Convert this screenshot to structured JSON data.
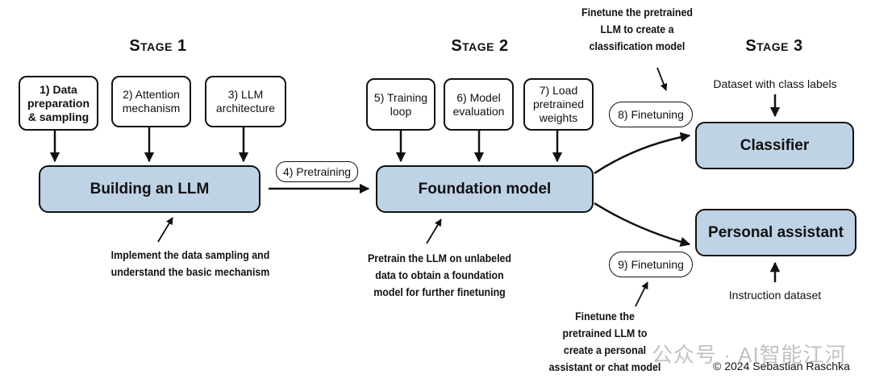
{
  "stages": {
    "stage1": "Stage 1",
    "stage2": "Stage 2",
    "stage3": "Stage 3"
  },
  "steps": {
    "s1": "1) Data\npreparation\n& sampling",
    "s2": "2) Attention\nmechanism",
    "s3": "3) LLM\narchitecture",
    "s4": "4) Pretraining",
    "s5": "5) Training\nloop",
    "s6": "6) Model\nevaluation",
    "s7": "7) Load\npretrained\nweights",
    "s8": "8) Finetuning",
    "s9": "9) Finetuning"
  },
  "nodes": {
    "building": "Building an LLM",
    "foundation": "Foundation model",
    "classifier": "Classifier",
    "assistant": "Personal assistant"
  },
  "notes": {
    "stage1_note": "Implement the data sampling and\nunderstand the basic mechanism",
    "stage2_note": "Pretrain the LLM on unlabeled\ndata to obtain a foundation\nmodel for further finetuning",
    "classification_note": "Finetune the pretrained\nLLM to create a\nclassification model",
    "assistant_note": "Finetune the\npretrained LLM to\ncreate a personal\nassistant or chat model"
  },
  "inputs": {
    "class_labels": "Dataset with class labels",
    "instruction": "Instruction dataset"
  },
  "footer": {
    "copyright": "© 2024 Sebastian Raschka",
    "watermark": "公众号 · AI智能江河"
  },
  "colors": {
    "node_fill": "#bfd3e6",
    "stroke": "#111111"
  }
}
